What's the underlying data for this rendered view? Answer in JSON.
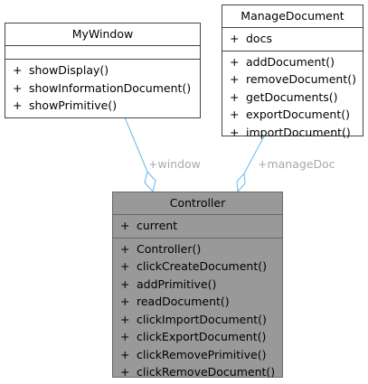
{
  "classes": {
    "mywindow": {
      "name": "MyWindow",
      "attributes": [],
      "methods": [
        {
          "vis": "+",
          "text": "showDisplay()"
        },
        {
          "vis": "+",
          "text": "showInformationDocument()"
        },
        {
          "vis": "+",
          "text": "showPrimitive()"
        }
      ]
    },
    "managedocument": {
      "name": "ManageDocument",
      "attributes": [
        {
          "vis": "+",
          "text": "docs"
        }
      ],
      "methods": [
        {
          "vis": "+",
          "text": "addDocument()"
        },
        {
          "vis": "+",
          "text": "removeDocument()"
        },
        {
          "vis": "+",
          "text": "getDocuments()"
        },
        {
          "vis": "+",
          "text": "exportDocument()"
        },
        {
          "vis": "+",
          "text": "importDocument()"
        }
      ]
    },
    "controller": {
      "name": "Controller",
      "attributes": [
        {
          "vis": "+",
          "text": "current"
        }
      ],
      "methods": [
        {
          "vis": "+",
          "text": "Controller()"
        },
        {
          "vis": "+",
          "text": "clickCreateDocument()"
        },
        {
          "vis": "+",
          "text": "addPrimitive()"
        },
        {
          "vis": "+",
          "text": "readDocument()"
        },
        {
          "vis": "+",
          "text": "clickImportDocument()"
        },
        {
          "vis": "+",
          "text": "clickExportDocument()"
        },
        {
          "vis": "+",
          "text": "clickRemovePrimitive()"
        },
        {
          "vis": "+",
          "text": "clickRemoveDocument()"
        }
      ]
    }
  },
  "relations": {
    "window": {
      "label": "+window",
      "from": "Controller",
      "to": "MyWindow",
      "kind": "aggregation"
    },
    "manageDoc": {
      "label": "+manageDoc",
      "from": "Controller",
      "to": "ManageDocument",
      "kind": "aggregation"
    }
  },
  "colors": {
    "edge": "#63b8ee",
    "label": "#a9a9a9",
    "controller_fill": "#999999",
    "border": "#444444"
  }
}
